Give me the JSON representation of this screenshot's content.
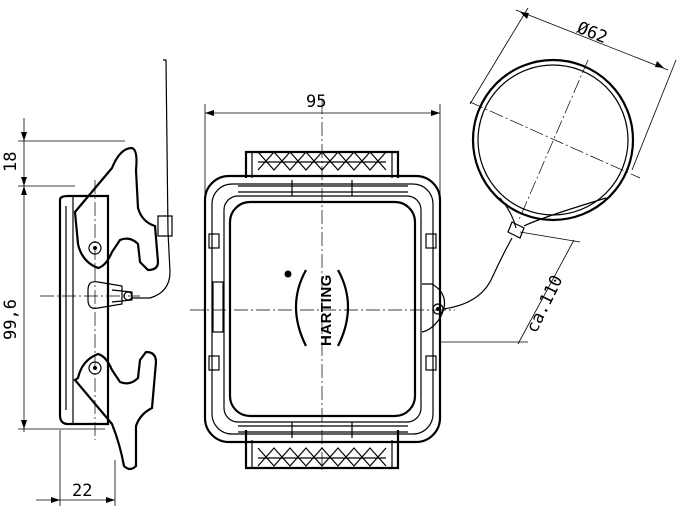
{
  "dimensions": {
    "width_top": "95",
    "diameter_loop": "Ø62",
    "cable_length": "ca.110",
    "side_top": "18",
    "side_height": "99,6",
    "side_depth": "22"
  },
  "logo_text": "HARTING"
}
